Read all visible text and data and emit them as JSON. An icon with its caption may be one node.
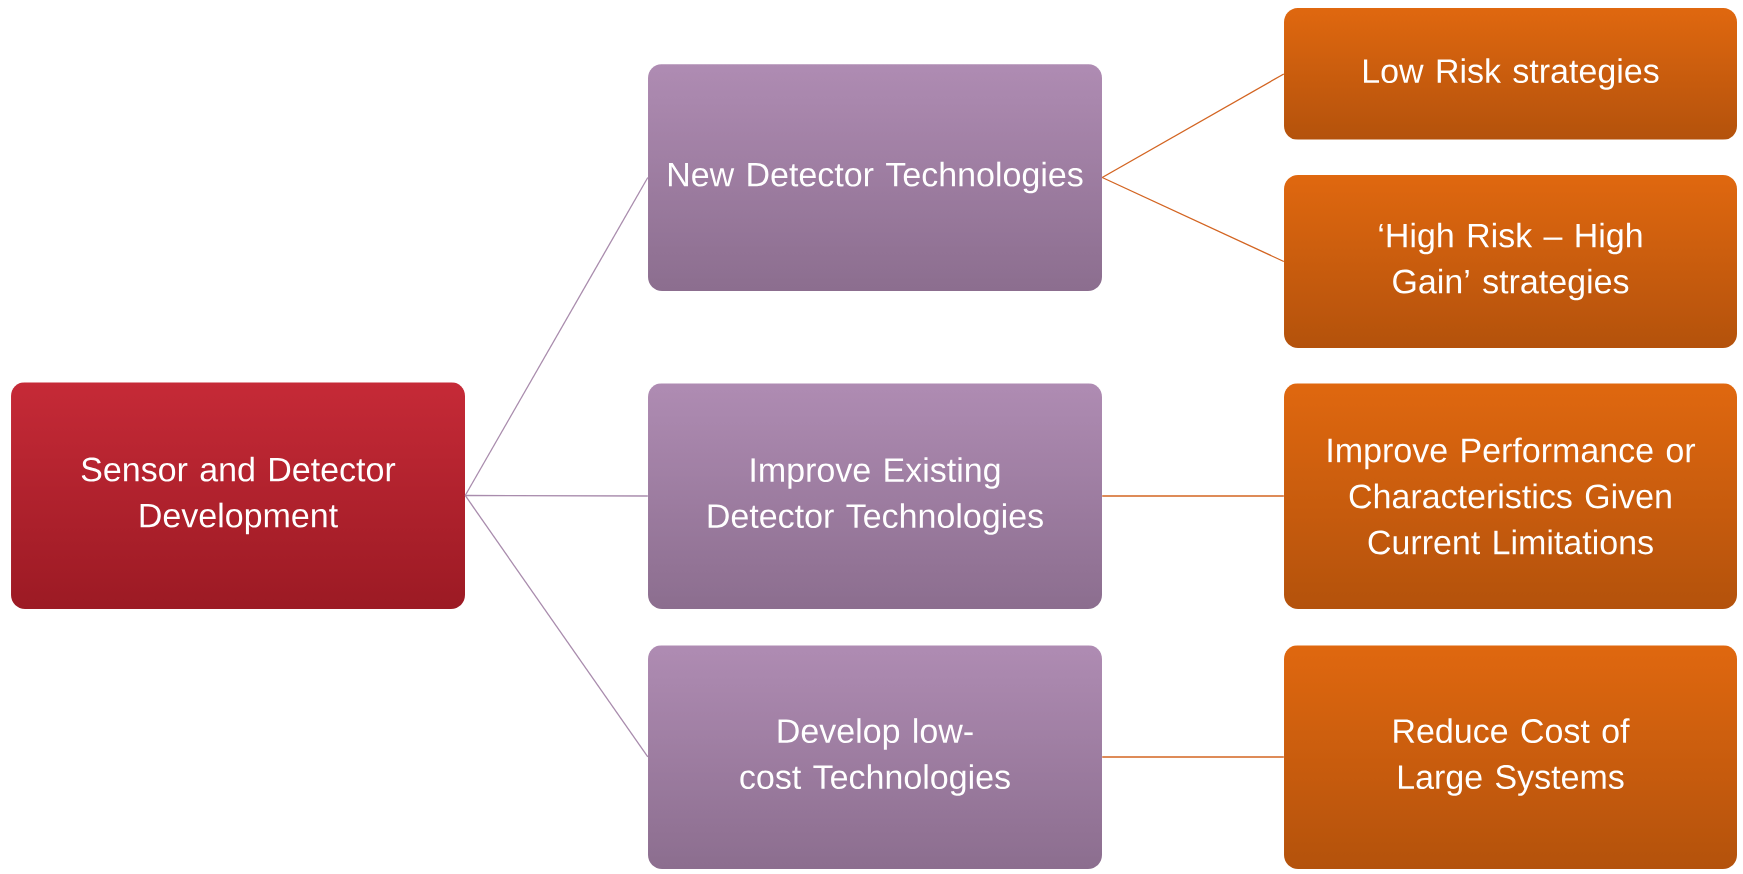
{
  "diagram": {
    "nodes": [
      {
        "text": [
          "Sensor and Detector Development"
        ]
      },
      {
        "text": [
          "New Detector Technologies"
        ]
      },
      {
        "text": [
          "Improve Existing Detector Technologies"
        ]
      },
      {
        "text": [
          "Develop low-cost Technologies"
        ]
      },
      {
        "text": [
          "Low Risk strategies"
        ]
      },
      {
        "text": [
          "‘High Risk – High Gain’ strategies"
        ]
      },
      {
        "text": [
          "Improve Performance or Characteristics Given Current Limitations"
        ]
      },
      {
        "text": [
          "Reduce Cost of Large Systems"
        ]
      }
    ],
    "edges": [
      {
        "from": 0,
        "to": 1,
        "arrow": "none",
        "color": "#a98cad"
      },
      {
        "from": 0,
        "to": 2,
        "arrow": "none",
        "color": "#a98cad"
      },
      {
        "from": 0,
        "to": 3,
        "arrow": "none",
        "color": "#a98cad"
      },
      {
        "from": 1,
        "to": 4,
        "arrow": "none"
      },
      {
        "from": 1,
        "to": 5,
        "arrow": "none"
      },
      {
        "from": 2,
        "to": 6,
        "arrow": "none"
      },
      {
        "from": 3,
        "to": 7,
        "arrow": "none"
      }
    ]
  }
}
